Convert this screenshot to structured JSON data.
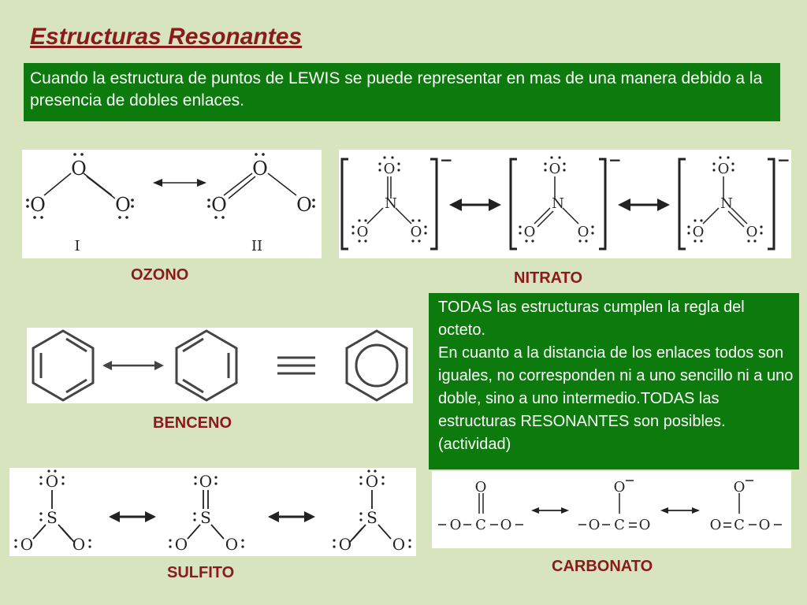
{
  "title": "Estructuras Resonantes",
  "intro": "Cuando la estructura de puntos de LEWIS  se puede representar en mas de una manera debido a la presencia de dobles enlaces.",
  "labels": {
    "ozono": "OZONO",
    "nitrato": "NITRATO",
    "benceno": "BENCENO",
    "sulfito": "SULFITO",
    "carbonato": "CARBONATO"
  },
  "note": {
    "line1": "TODAS las estructuras cumplen la regla del octeto.",
    "line2": "En cuanto a la distancia de los enlaces todos son iguales, no corresponden ni a uno sencillo ni a uno doble, sino a uno intermedio.TODAS las estructuras RESONANTES son posibles. (actividad)"
  },
  "ozone": {
    "numeral_1": "I",
    "numeral_2": "II",
    "atom": "O"
  },
  "nitrate": {
    "atom_n": "N",
    "atom_o": "O",
    "charge": "−"
  },
  "sulfite": {
    "atom_s": "S",
    "atom_o": "O"
  },
  "carbonate": {
    "atom_c": "C",
    "atom_o": "O"
  }
}
